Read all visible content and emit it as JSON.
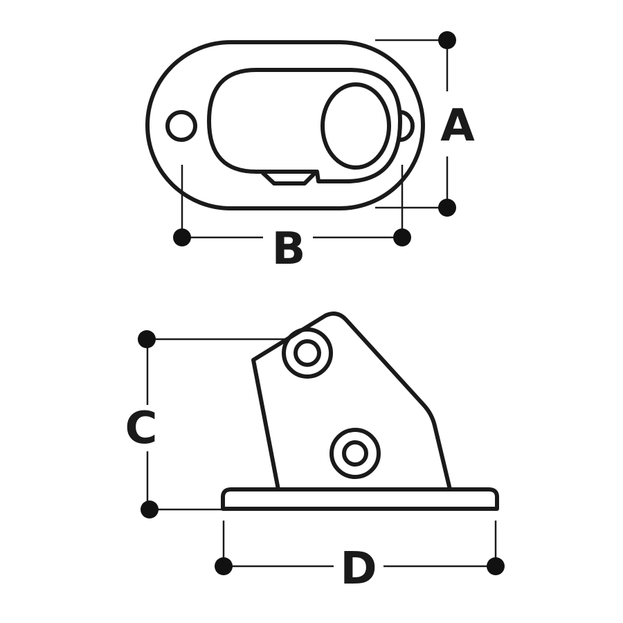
{
  "dimensions": {
    "a": "A",
    "b": "B",
    "c": "C",
    "d": "D"
  },
  "colors": {
    "ink": "#1a1a1a",
    "background": "#ffffff"
  }
}
